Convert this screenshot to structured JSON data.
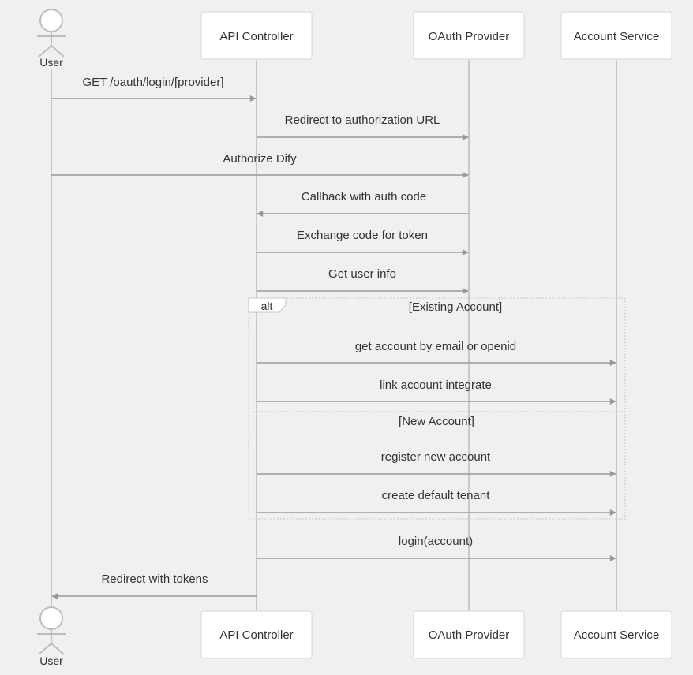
{
  "participants": [
    {
      "id": "user",
      "label": "User",
      "kind": "actor"
    },
    {
      "id": "api",
      "label": "API Controller",
      "kind": "box"
    },
    {
      "id": "oauth",
      "label": "OAuth Provider",
      "kind": "box"
    },
    {
      "id": "account",
      "label": "Account Service",
      "kind": "box"
    }
  ],
  "messages": [
    {
      "from": "user",
      "to": "api",
      "label": "GET /oauth/login/[provider]"
    },
    {
      "from": "api",
      "to": "oauth",
      "label": "Redirect to authorization URL"
    },
    {
      "from": "user",
      "to": "oauth",
      "label": "Authorize Dify"
    },
    {
      "from": "oauth",
      "to": "api",
      "label": "Callback with auth code"
    },
    {
      "from": "api",
      "to": "oauth",
      "label": "Exchange code for token"
    },
    {
      "from": "api",
      "to": "oauth",
      "label": "Get user info"
    },
    {
      "from": "api",
      "to": "account",
      "label": "get account by email or openid"
    },
    {
      "from": "api",
      "to": "account",
      "label": "link account integrate"
    },
    {
      "from": "api",
      "to": "account",
      "label": "register new account"
    },
    {
      "from": "api",
      "to": "account",
      "label": "create default tenant"
    },
    {
      "from": "api",
      "to": "account",
      "label": "login(account)"
    },
    {
      "from": "api",
      "to": "user",
      "label": "Redirect with tokens"
    }
  ],
  "alt_fragment": {
    "keyword": "alt",
    "sections": [
      "[Existing Account]",
      "[New Account]"
    ]
  },
  "colors": {
    "background": "#f1f0ef",
    "lifeline": "#c9c9c9",
    "arrow": "#999999",
    "box_border": "#d6d6d6",
    "text": "#333333"
  }
}
